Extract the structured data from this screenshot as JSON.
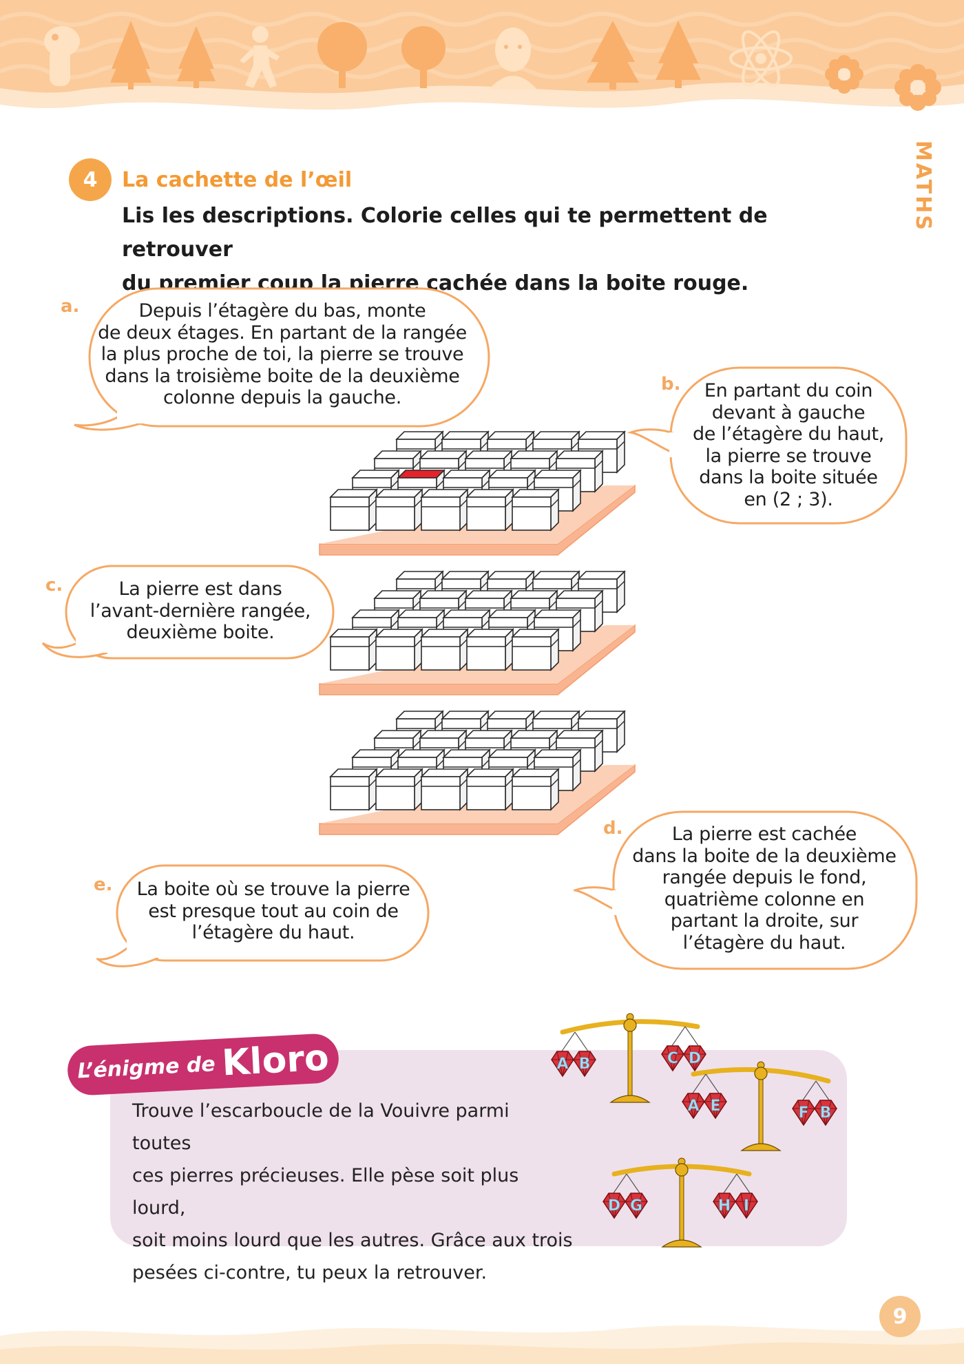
{
  "colors": {
    "accent": "#f39a35",
    "header_band": "#fbc99a",
    "red_box": "#e8222a",
    "shelf": "#f9b591",
    "kloro_pink": "#c8316e",
    "kloro_bg": "#efe1eb",
    "gem_red": "#d9333b",
    "gem_label": "#a9d8ef",
    "balance_gold": "#e7b11f"
  },
  "header": {
    "decorations": [
      "snake-icon",
      "tree-icon",
      "runner-icon",
      "tree-icon",
      "head-icon",
      "tree-icon",
      "atom-icon",
      "flower-icon"
    ]
  },
  "side_tab": {
    "label": "MATHS"
  },
  "exercise": {
    "number": "4",
    "title": "La cachette de l’œil",
    "instruction_line1": "Lis les descriptions. Colorie celles qui te permettent de retrouver",
    "instruction_line2": "du premier coup la pierre cachée dans la boite rouge."
  },
  "descriptions": {
    "a": {
      "letter": "a.",
      "lines": [
        "Depuis l’étagère du bas, monte",
        "de deux étages. En partant de la rangée",
        "la plus proche de toi, la pierre se trouve",
        "dans la troisième boite de la deuxième",
        "colonne depuis la gauche."
      ]
    },
    "b": {
      "letter": "b.",
      "lines": [
        "En partant du coin",
        "devant à gauche",
        "de l’étagère du haut,",
        "la pierre se trouve",
        "dans la boite située",
        "en (2 ; 3)."
      ]
    },
    "c": {
      "letter": "c.",
      "lines": [
        "La pierre est dans",
        "l’avant-dernière rangée,",
        "deuxième boite."
      ]
    },
    "d": {
      "letter": "d.",
      "lines": [
        "La pierre est cachée",
        "dans la boite de la deuxième",
        "rangée depuis le fond,",
        "quatrième colonne en",
        "partant la droite, sur",
        "l’étagère du haut."
      ]
    },
    "e": {
      "letter": "e.",
      "lines": [
        "La boite où se trouve la pierre",
        "est presque tout au coin de",
        "l’étagère du haut."
      ]
    }
  },
  "shelves": {
    "count": 3,
    "rows": 4,
    "cols": 5,
    "red_box": {
      "shelf": 1,
      "row": 2,
      "col": 2
    }
  },
  "kloro": {
    "badge_prefix": "L’énigme de",
    "badge_name": "Kloro",
    "lines": [
      "Trouve l’escarboucle de la Vouivre parmi toutes",
      "ces pierres précieuses. Elle pèse soit plus lourd,",
      "soit moins lourd que les autres. Grâce aux trois",
      "pesées ci-contre, tu peux la retrouver."
    ]
  },
  "balances": [
    {
      "left": [
        "A",
        "B"
      ],
      "right": [
        "C",
        "D"
      ]
    },
    {
      "left": [
        "A",
        "E"
      ],
      "right": [
        "F",
        "B"
      ]
    },
    {
      "left": [
        "D",
        "G"
      ],
      "right": [
        "H",
        "I"
      ]
    }
  ],
  "page": {
    "number": "9"
  }
}
